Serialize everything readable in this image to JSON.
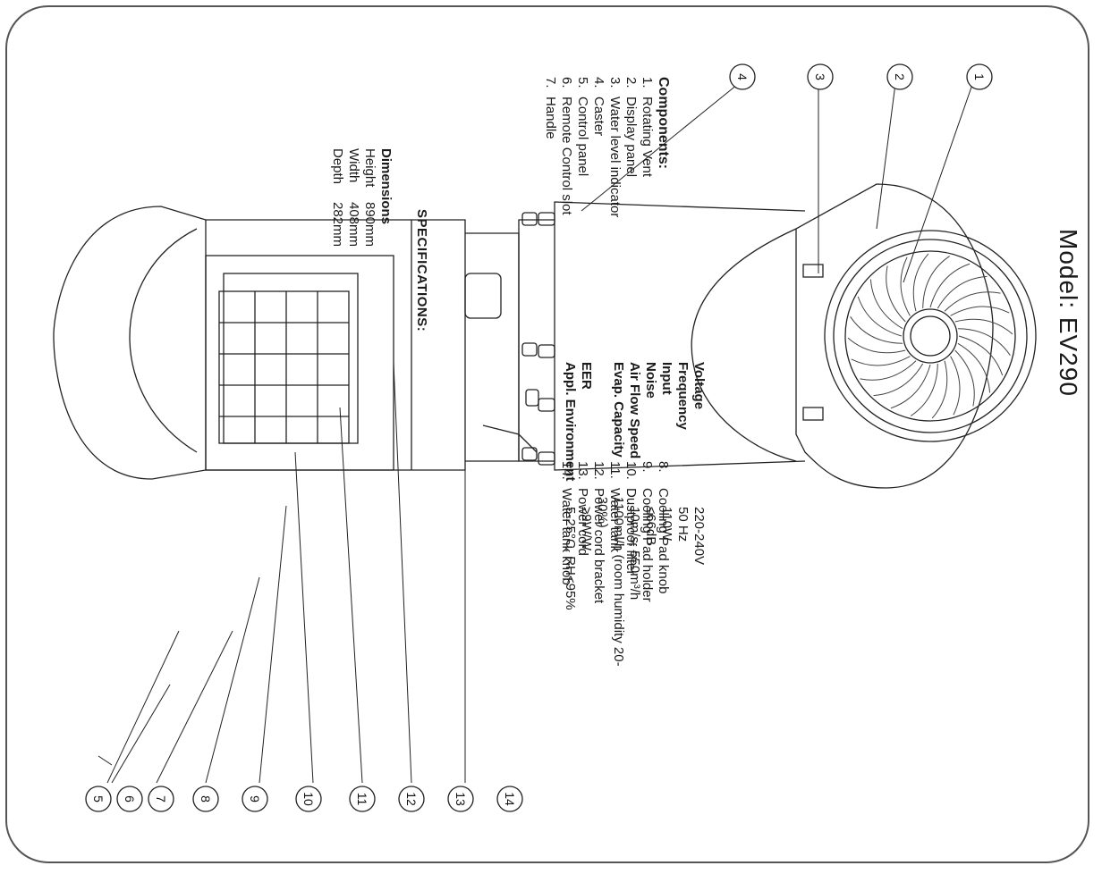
{
  "model_title": "Model: EV290",
  "components_heading": "Components:",
  "components_left": [
    {
      "num": "1.",
      "label": "Rotating Vent"
    },
    {
      "num": "2.",
      "label": "Display panel"
    },
    {
      "num": "3.",
      "label": "Water level indicator"
    },
    {
      "num": "4.",
      "label": "Caster"
    },
    {
      "num": "5.",
      "label": "Control panel"
    },
    {
      "num": "6.",
      "label": "Remote Control slot"
    },
    {
      "num": "7.",
      "label": "Handle"
    }
  ],
  "components_right": [
    {
      "num": "8.",
      "label": "Cooling Pad knob"
    },
    {
      "num": "9.",
      "label": "Cooling Pad holder"
    },
    {
      "num": "10.",
      "label": "Dustproof filter"
    },
    {
      "num": "11.",
      "label": "Water tank"
    },
    {
      "num": "12.",
      "label": "Power cord bracket"
    },
    {
      "num": "13.",
      "label": "Power cord"
    },
    {
      "num": "14.",
      "label": "Water tank knob"
    }
  ],
  "specifications_heading": "SPECIFICATIONS:",
  "dimensions_heading": "Dimensions",
  "dimensions": [
    {
      "key": "Height",
      "value": "890mm"
    },
    {
      "key": "Width",
      "value": "408mm"
    },
    {
      "key": "Depth",
      "value": "282mm"
    }
  ],
  "specs": [
    {
      "key": "Voltage",
      "value": "220-240V"
    },
    {
      "key": "Frequency",
      "value": "50 Hz"
    },
    {
      "key": "Input",
      "value": "110W"
    },
    {
      "key": "Noise",
      "value": "≤66dB"
    },
    {
      "key": "Air Flow Speed",
      "value": "10m/s, 550m³/h"
    },
    {
      "key": "Evap. Capacity",
      "value": "1100ml/h (room humidity 20-30%)"
    },
    {
      "key": "EER",
      "value": "≥9W/W"
    },
    {
      "key": "Appl. Environment",
      "value": "5-25°C, RH<95%"
    }
  ],
  "callouts_front": [
    "1",
    "2",
    "3",
    "4"
  ],
  "callouts_back": [
    "5",
    "6",
    "7",
    "8",
    "9",
    "10",
    "11",
    "12",
    "13",
    "14"
  ]
}
